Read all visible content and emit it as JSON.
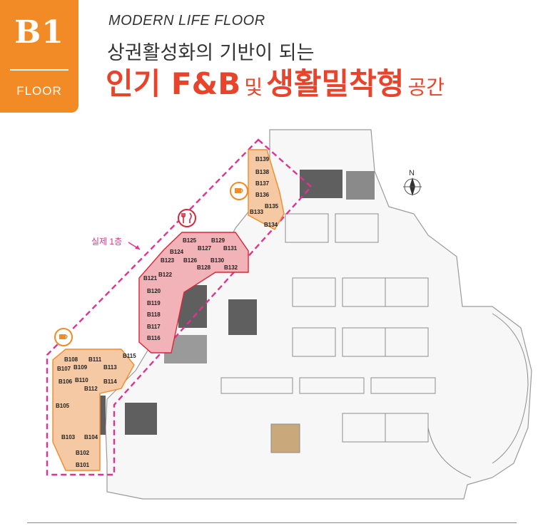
{
  "badge": {
    "level": "B1",
    "floor": "FLOOR"
  },
  "header": {
    "subtitle": "MODERN LIFE FLOOR",
    "line2": "상권활성화의 기반이 되는",
    "line3_a": "인기 F&B",
    "line3_b": "및",
    "line3_c": "생활밀착형",
    "line3_d": "공간"
  },
  "map": {
    "north": "N",
    "actual_floor_label": "실제 1층",
    "units": [
      "B101",
      "B102",
      "B103",
      "B104",
      "B105",
      "B106",
      "B107",
      "B108",
      "B109",
      "B110",
      "B111",
      "B112",
      "B113",
      "B114",
      "B115",
      "B116",
      "B117",
      "B118",
      "B119",
      "B120",
      "B121",
      "B122",
      "B123",
      "B124",
      "B125",
      "B126",
      "B127",
      "B128",
      "B129",
      "B130",
      "B131",
      "B132",
      "B133",
      "B134",
      "B135",
      "B136",
      "B137",
      "B138",
      "B139"
    ],
    "icons": [
      "restaurant-icon",
      "cafe-icon",
      "cafe-icon"
    ],
    "colors": {
      "accent": "#f28a25",
      "fnb_zone": "#f2b3b8",
      "cafe_zone": "#f4c9a4",
      "highlight_border": "#e0338f",
      "restaurant_border": "#d7283a"
    }
  }
}
